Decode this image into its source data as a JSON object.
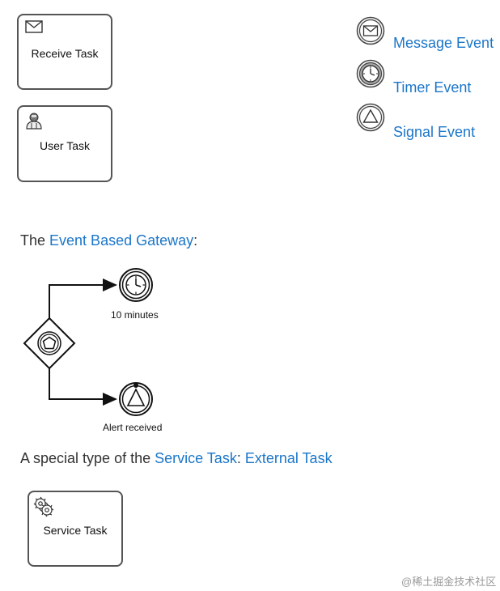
{
  "tasks": {
    "receive": "Receive Task",
    "user": "User Task",
    "service": "Service Task"
  },
  "legend": {
    "message": "Message Event",
    "timer": "Timer Event",
    "signal": "Signal Event"
  },
  "gateway_intro": {
    "prefix": "The ",
    "link": "Event Based Gateway",
    "suffix": ":"
  },
  "gateway_diagram": {
    "timer_label": "10 minutes",
    "signal_label": "Alert received"
  },
  "service_intro": {
    "prefix": "A special type of the ",
    "link1": "Service Task",
    "sep": ": ",
    "link2": "External Task"
  },
  "watermark": "@稀土掘金技术社区",
  "colors": {
    "accent": "#1b76c9",
    "stroke": "#222222",
    "border": "#555555"
  }
}
